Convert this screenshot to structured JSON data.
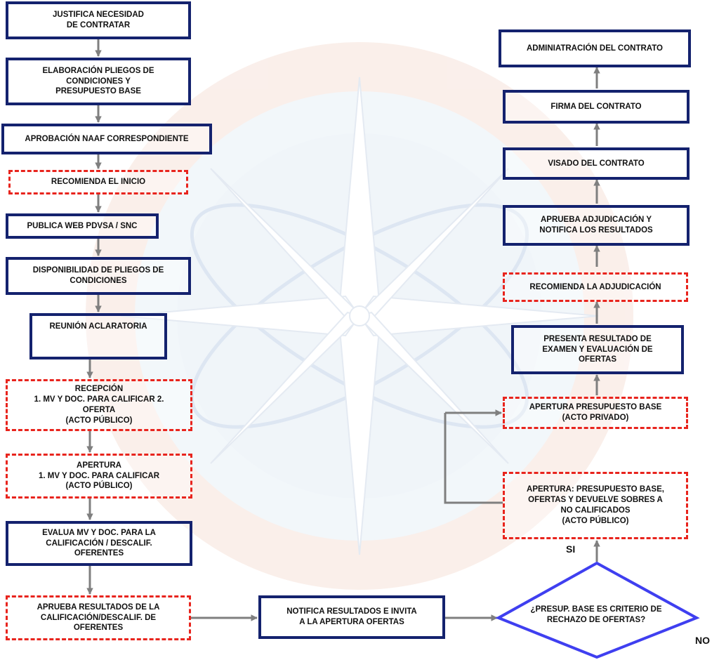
{
  "colors": {
    "solid_border": "#14226e",
    "dashed_border": "#e8241d",
    "diamond_border": "#3f3ff0",
    "arrow": "#7f7f7f"
  },
  "steps": {
    "justifica": "JUSTIFICA NECESIDAD\nDE CONTRATAR",
    "elaboracion": "ELABORACIÓN PLIEGOS DE\nCONDICIONES Y\nPRESUPUESTO BASE",
    "aprobacion": "APROBACIÓN NAAF CORRESPONDIENTE",
    "recomienda_inicio": "RECOMIENDA EL INICIO",
    "publica": "PUBLICA WEB PDVSA / SNC",
    "disponibilidad": "DISPONIBILIDAD DE PLIEGOS DE\nCONDICIONES",
    "reunion": "REUNIÓN ACLARATORIA",
    "recepcion": "RECEPCIÓN\n1. MV Y DOC. PARA CALIFICAR   2.\nOFERTA\n(ACTO PÚBLICO)",
    "apertura_calificar": "APERTURA\n1. MV Y DOC. PARA CALIFICAR\n(ACTO PÚBLICO)",
    "evalua": "EVALUA  MV Y DOC. PARA LA\nCALIFICACIÓN / DESCALIF.\nOFERENTES",
    "aprueba_resultados": "APRUEBA RESULTADOS DE LA\nCALIFICACIÓN/DESCALIF. DE\nOFERENTES",
    "notifica_invita": "NOTIFICA RESULTADOS E INVITA\nA LA APERTURA OFERTAS",
    "decision": "¿PRESUP. BASE  ES CRITERIO DE\nRECHAZO DE OFERTAS?",
    "apertura_publico": "APERTURA:   PRESUPUESTO BASE,\nOFERTAS   Y DEVUELVE SOBRES A\nNO CALIFICADOS\n(ACTO PÚBLICO)",
    "apertura_privado": "APERTURA PRESUPUESTO BASE\n(ACTO PRIVADO)",
    "presenta_resultado": "PRESENTA RESULTADO DE\nEXAMEN Y EVALUACIÓN DE\nOFERTAS",
    "recomienda_adjudicacion": "RECOMIENDA LA ADJUDICACIÓN",
    "aprueba_adjudicacion": "APRUEBA ADJUDICACIÓN Y\nNOTIFICA LOS RESULTADOS",
    "visado": "VISADO DEL CONTRATO",
    "firma": "FIRMA  DEL CONTRATO",
    "administracion": "ADMINIATRACIÓN DEL CONTRATO"
  },
  "labels": {
    "si": "SI",
    "no": "NO"
  }
}
